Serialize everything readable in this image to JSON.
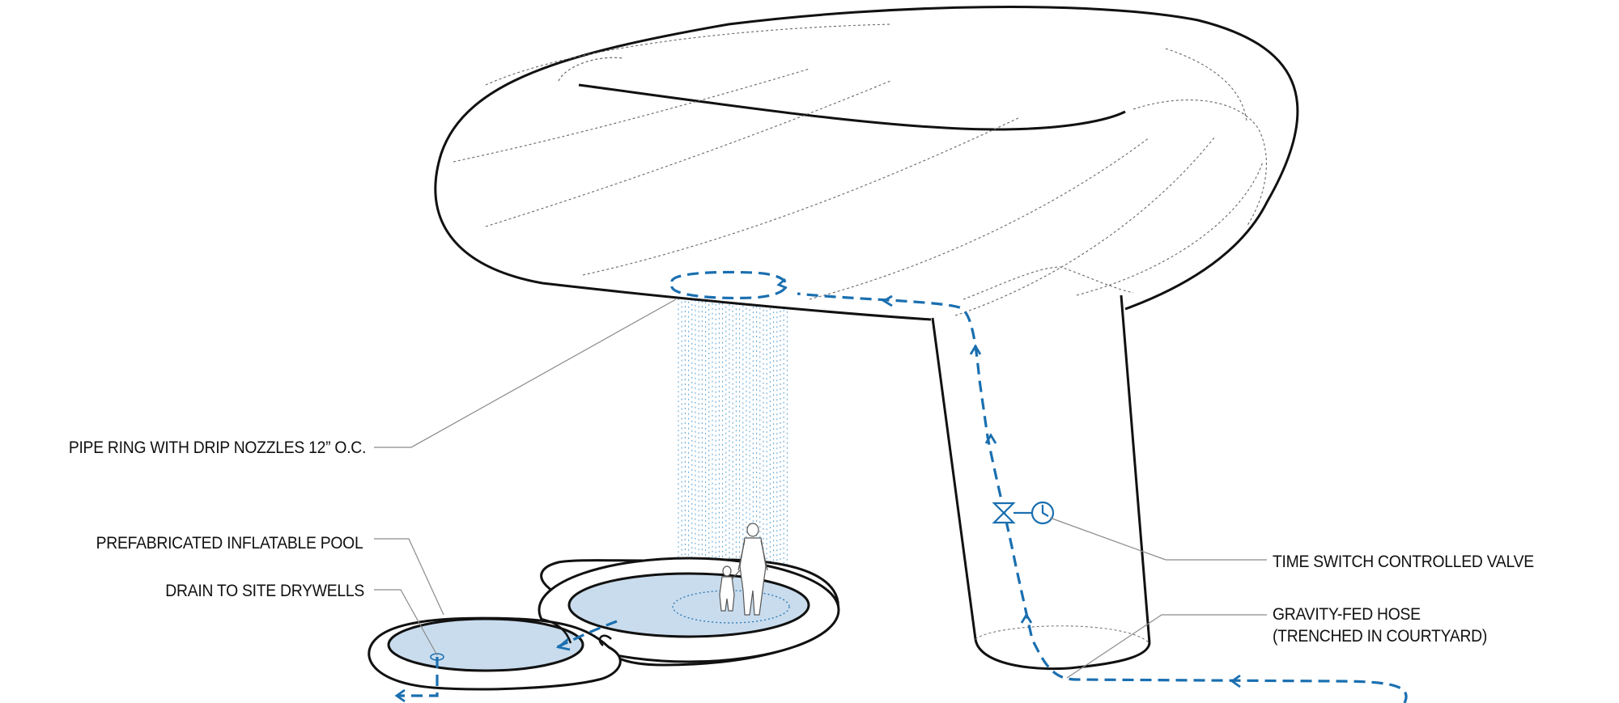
{
  "labels": {
    "pipe_ring": "PIPE RING WITH DRIP NOZZLES 12” O.C.",
    "pool": "PREFABRICATED INFLATABLE POOL",
    "drain": "DRAIN TO SITE DRYWELLS",
    "valve": "TIME SWITCH CONTROLLED VALVE",
    "hose_line1": "GRAVITY-FED HOSE",
    "hose_line2": "(TRENCHED IN COURTYARD)"
  },
  "colors": {
    "outline": "#111111",
    "water": "#1a6fb0",
    "pool_fill": "#c9dced",
    "leader": "#8a8a8a",
    "seam": "#666666"
  }
}
